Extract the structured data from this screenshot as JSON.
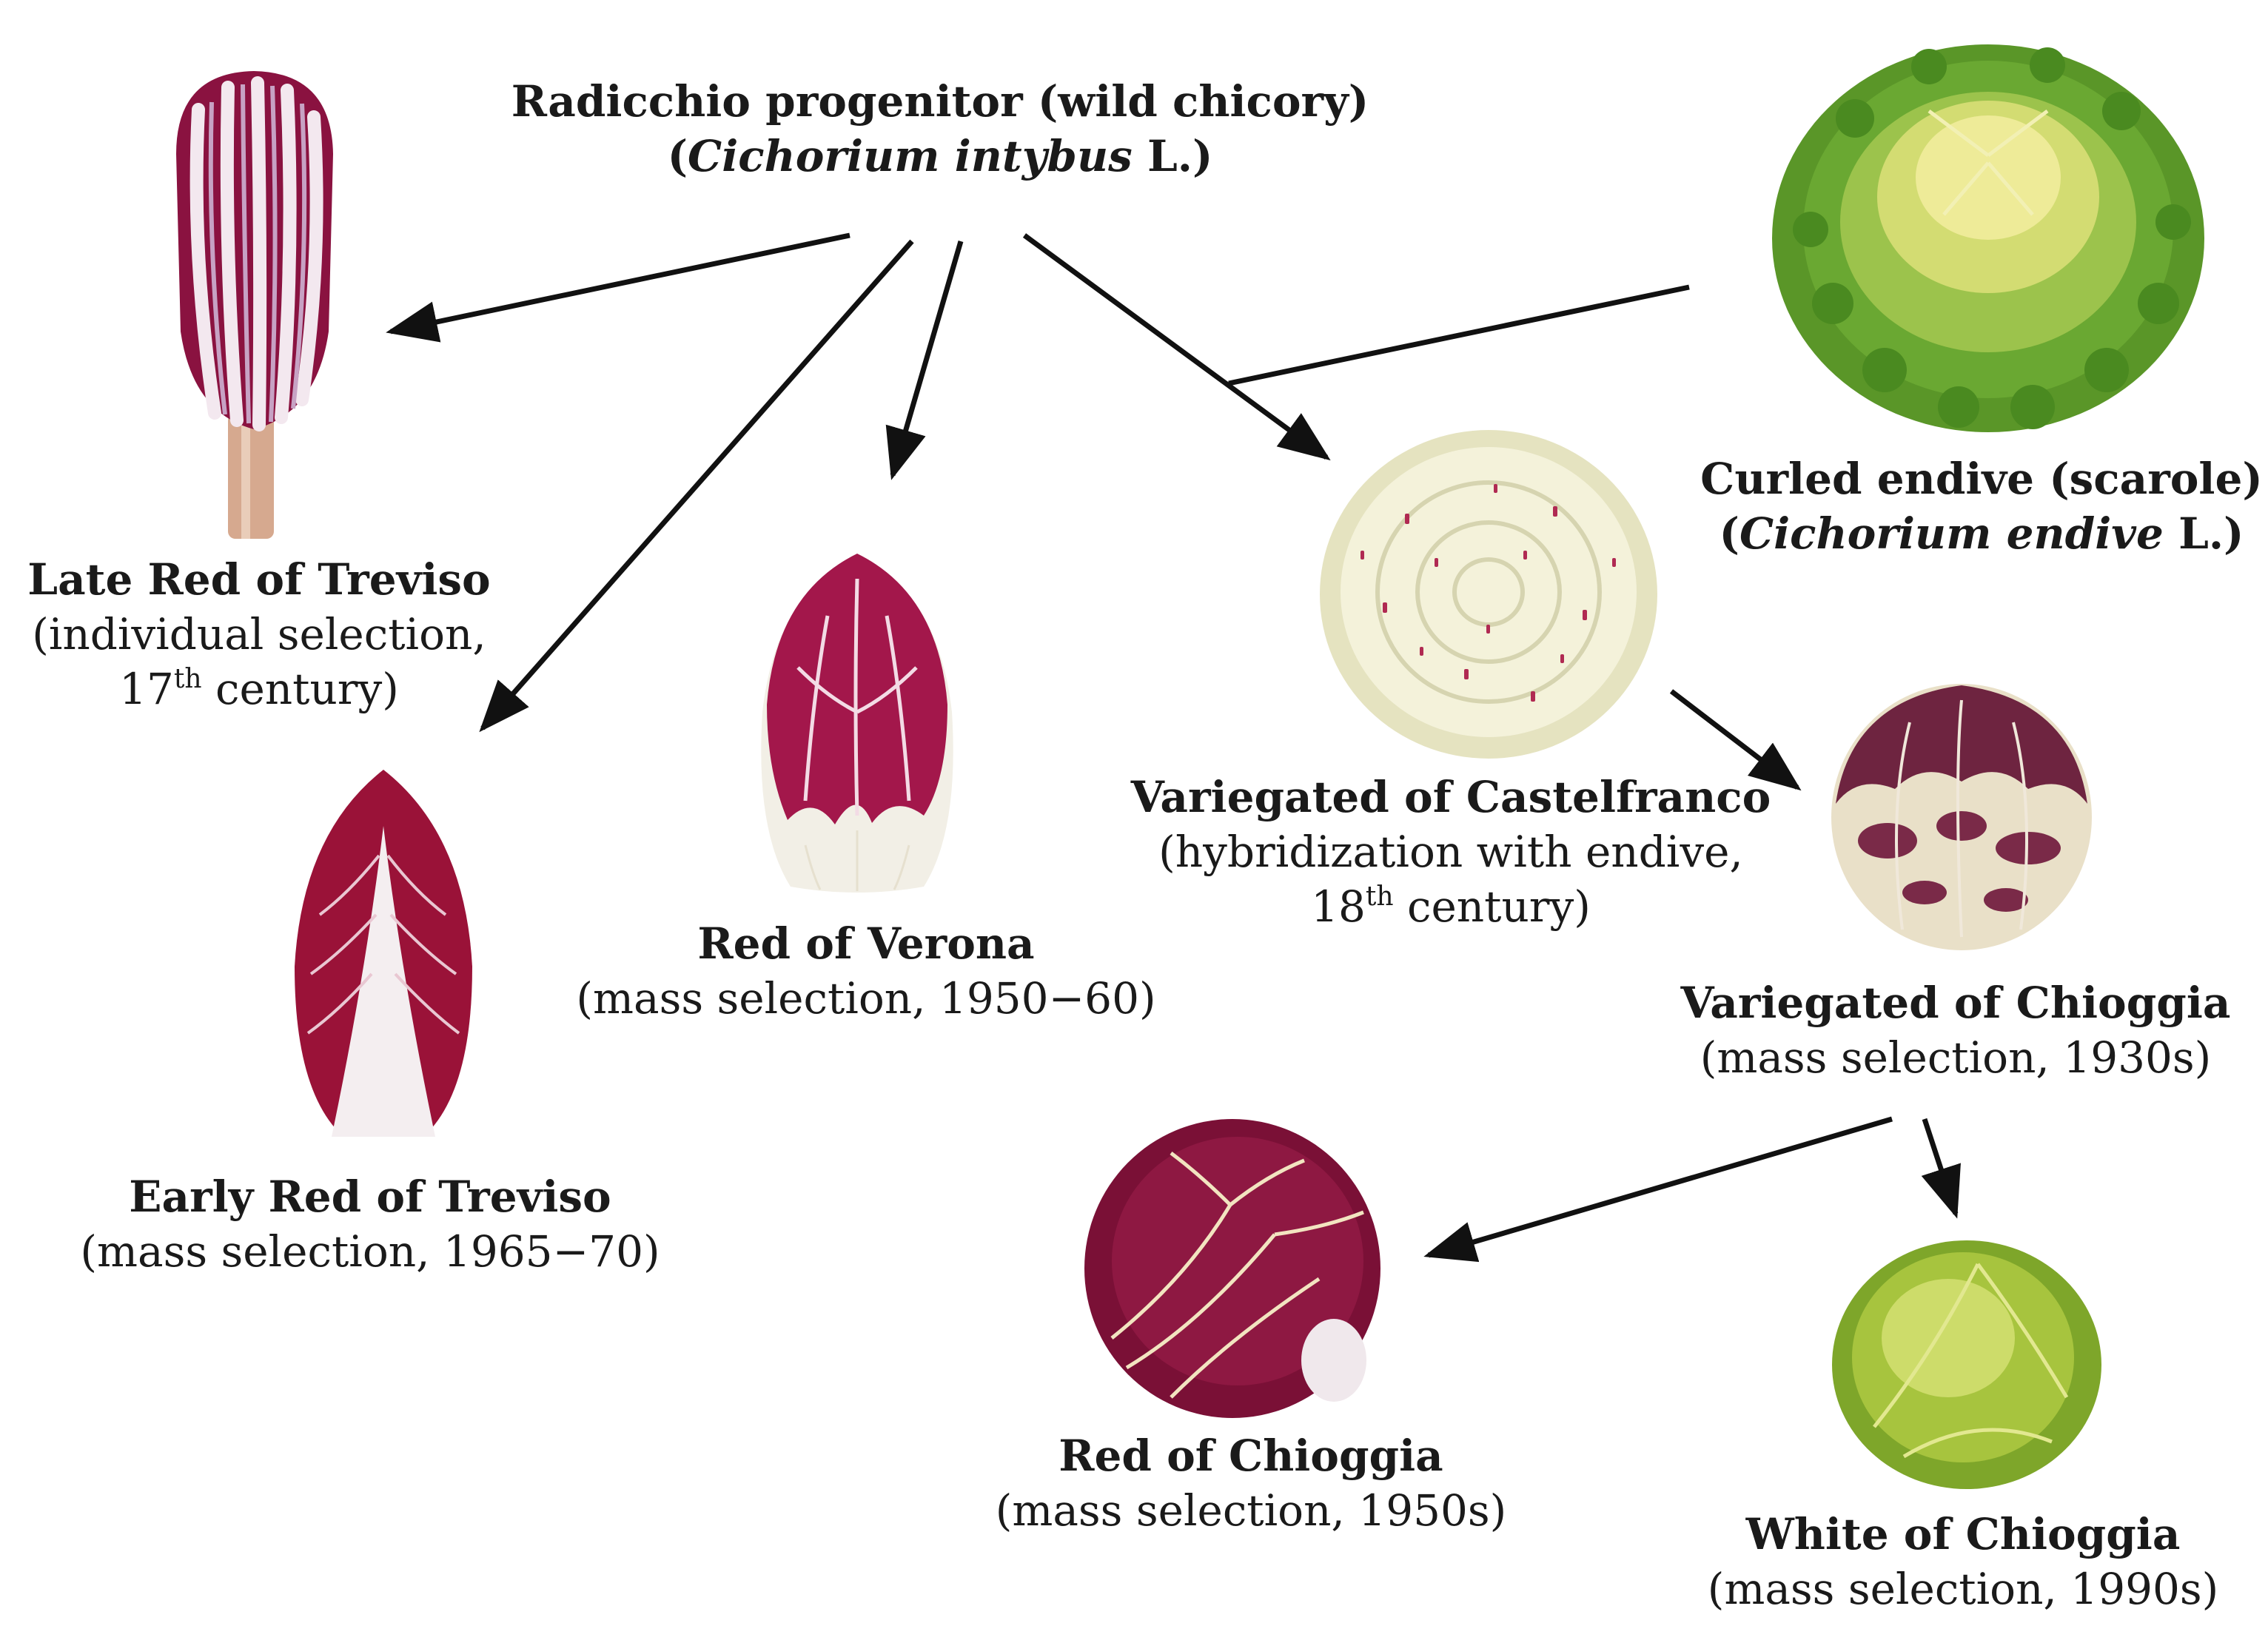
{
  "title": {
    "line1": "Radicchio progenitor (wild chicory)",
    "line2_prefix": "(",
    "line2_species": "Cichorium intybus",
    "line2_suffix": " L.)"
  },
  "endive": {
    "line1": "Curled endive (scarole)",
    "line2_prefix": "(",
    "line2_species": "Cichorium endive",
    "line2_suffix": " L.)"
  },
  "nodes": {
    "late_treviso": {
      "name": "Late Red of Treviso",
      "desc_line1": "(individual selection,",
      "desc_num": "17",
      "desc_sup": "th",
      "desc_rest": " century)"
    },
    "early_treviso": {
      "name": "Early Red of Treviso",
      "desc": "(mass selection, 1965−70)"
    },
    "verona": {
      "name": "Red of Verona",
      "desc": "(mass selection, 1950−60)"
    },
    "castelfranco": {
      "name": "Variegated of Castelfranco",
      "desc_line1": "(hybridization with endive,",
      "desc_num": "18",
      "desc_sup": "th",
      "desc_rest": " century)"
    },
    "var_chioggia": {
      "name": "Variegated of Chioggia",
      "desc": "(mass selection, 1930s)"
    },
    "red_chioggia": {
      "name": "Red of Chioggia",
      "desc": "(mass selection, 1950s)"
    },
    "white_chioggia": {
      "name": "White of Chioggia",
      "desc": "(mass selection, 1990s)"
    }
  },
  "colors": {
    "arrow": "#111111",
    "radicchio_red": "#8e1436",
    "radicchio_white": "#f4eef0",
    "endive_green": "#5f9a2c",
    "endive_yellow": "#e2e27a",
    "castelfranco_cream": "#f4f2da",
    "white_chioggia_green": "#9fbf36"
  },
  "icons": [
    "late-treviso-plant",
    "early-treviso-plant",
    "verona-plant",
    "castelfranco-plant",
    "endive-plant",
    "variegated-chioggia-plant",
    "red-chioggia-plant",
    "white-chioggia-plant"
  ]
}
